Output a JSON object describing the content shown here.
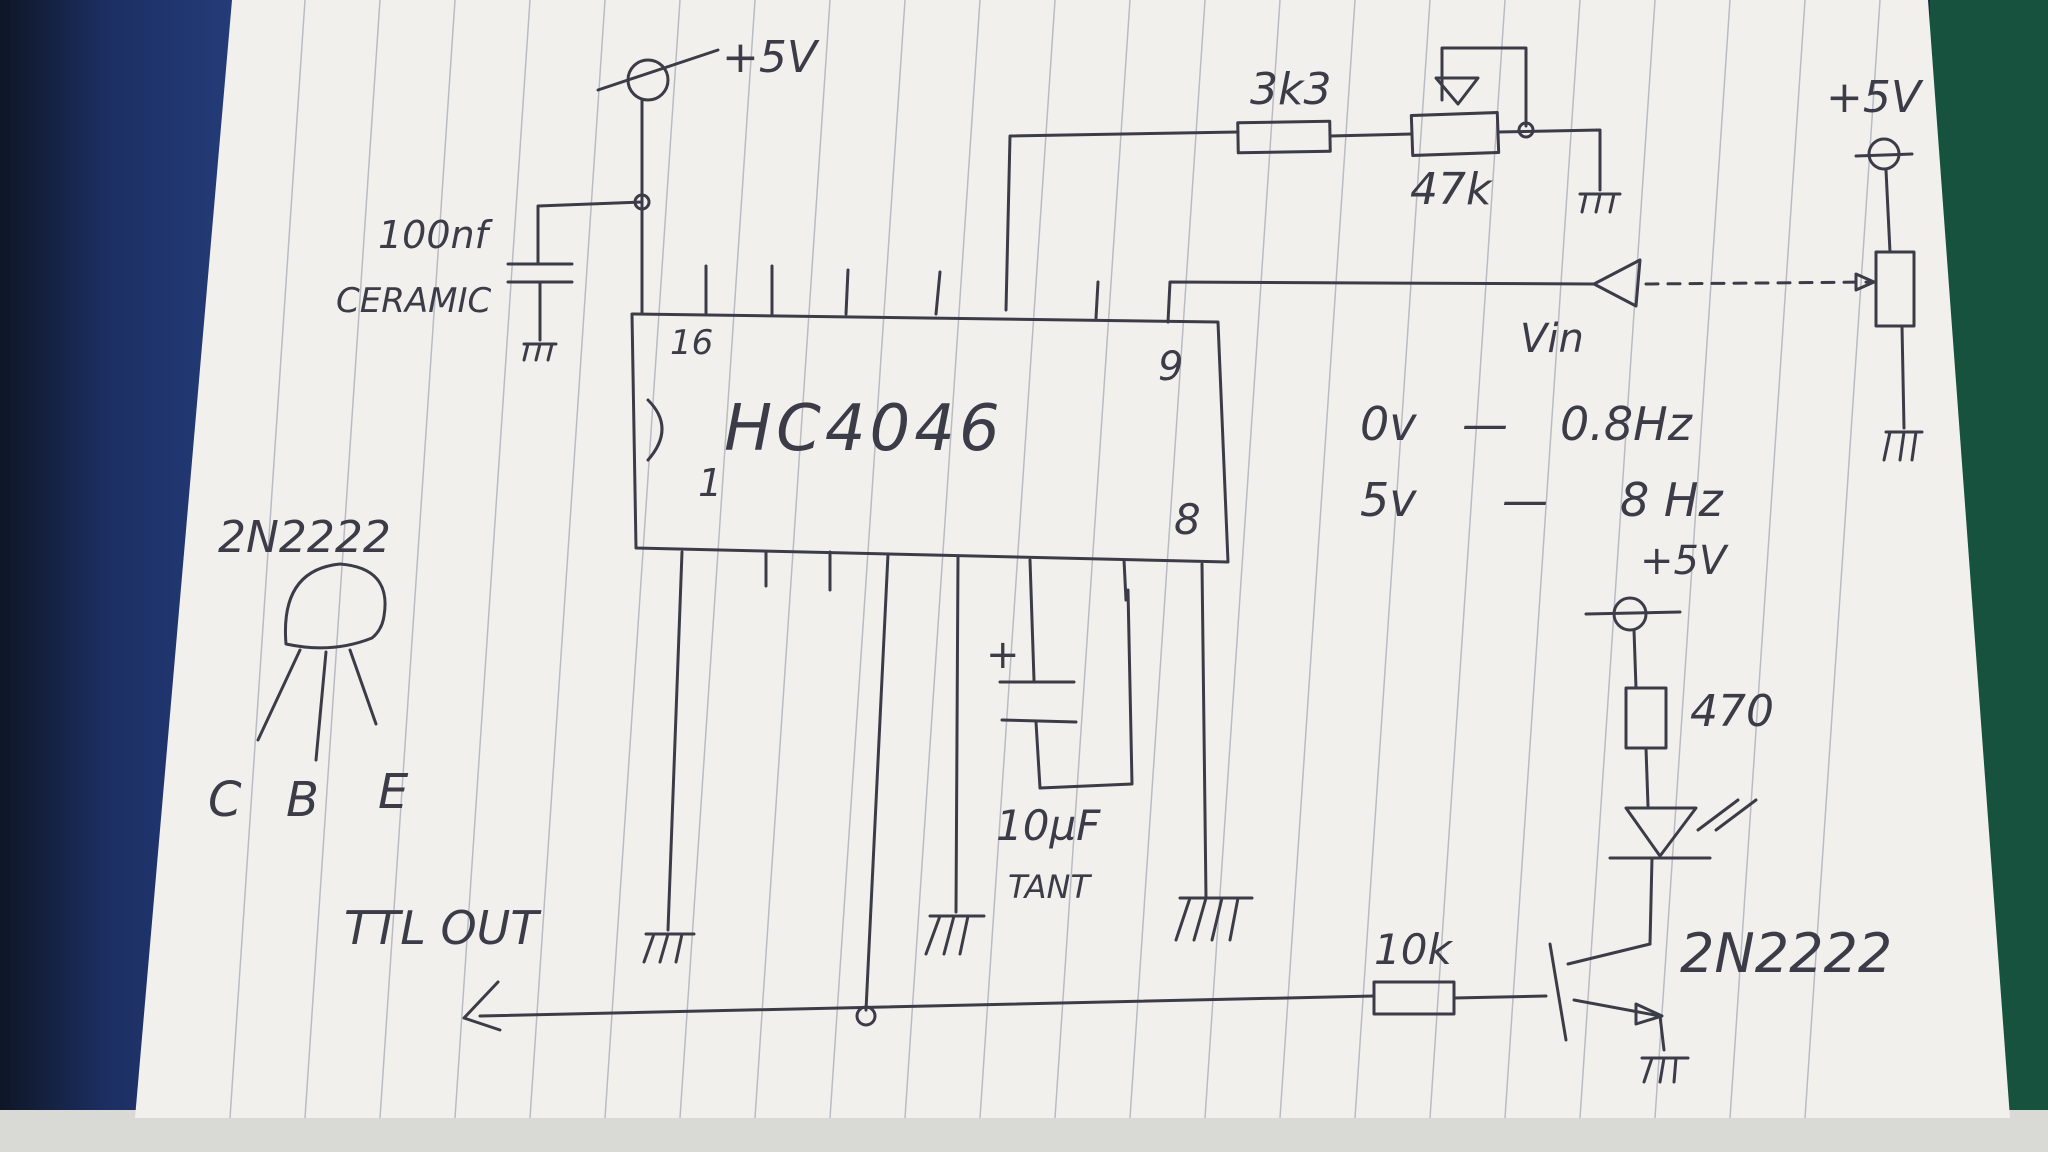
{
  "supply": {
    "top": "+5V",
    "right": "+5V",
    "led": "+5V"
  },
  "chip": {
    "name": "HC4046",
    "pin16": "16",
    "pin1": "1",
    "pin9": "9",
    "pin8": "8"
  },
  "decoupling": {
    "value": "100nf",
    "type": "CERAMIC"
  },
  "timing": {
    "resistor": "3k3",
    "pot": "47k"
  },
  "vin": {
    "label": "Vin",
    "row1_v": "0v",
    "row1_f": "0.8Hz",
    "row2_v": "5v",
    "row2_f": "8 Hz",
    "dash": "—"
  },
  "transistor_ref": {
    "part": "2N2222",
    "c": "C",
    "b": "B",
    "e": "E"
  },
  "cap_tant": {
    "value": "10µF",
    "type": "TANT",
    "plus": "+"
  },
  "led_branch": {
    "resistor": "470"
  },
  "output": {
    "label": "TTL OUT",
    "base_resistor": "10k",
    "transistor": "2N2222"
  }
}
